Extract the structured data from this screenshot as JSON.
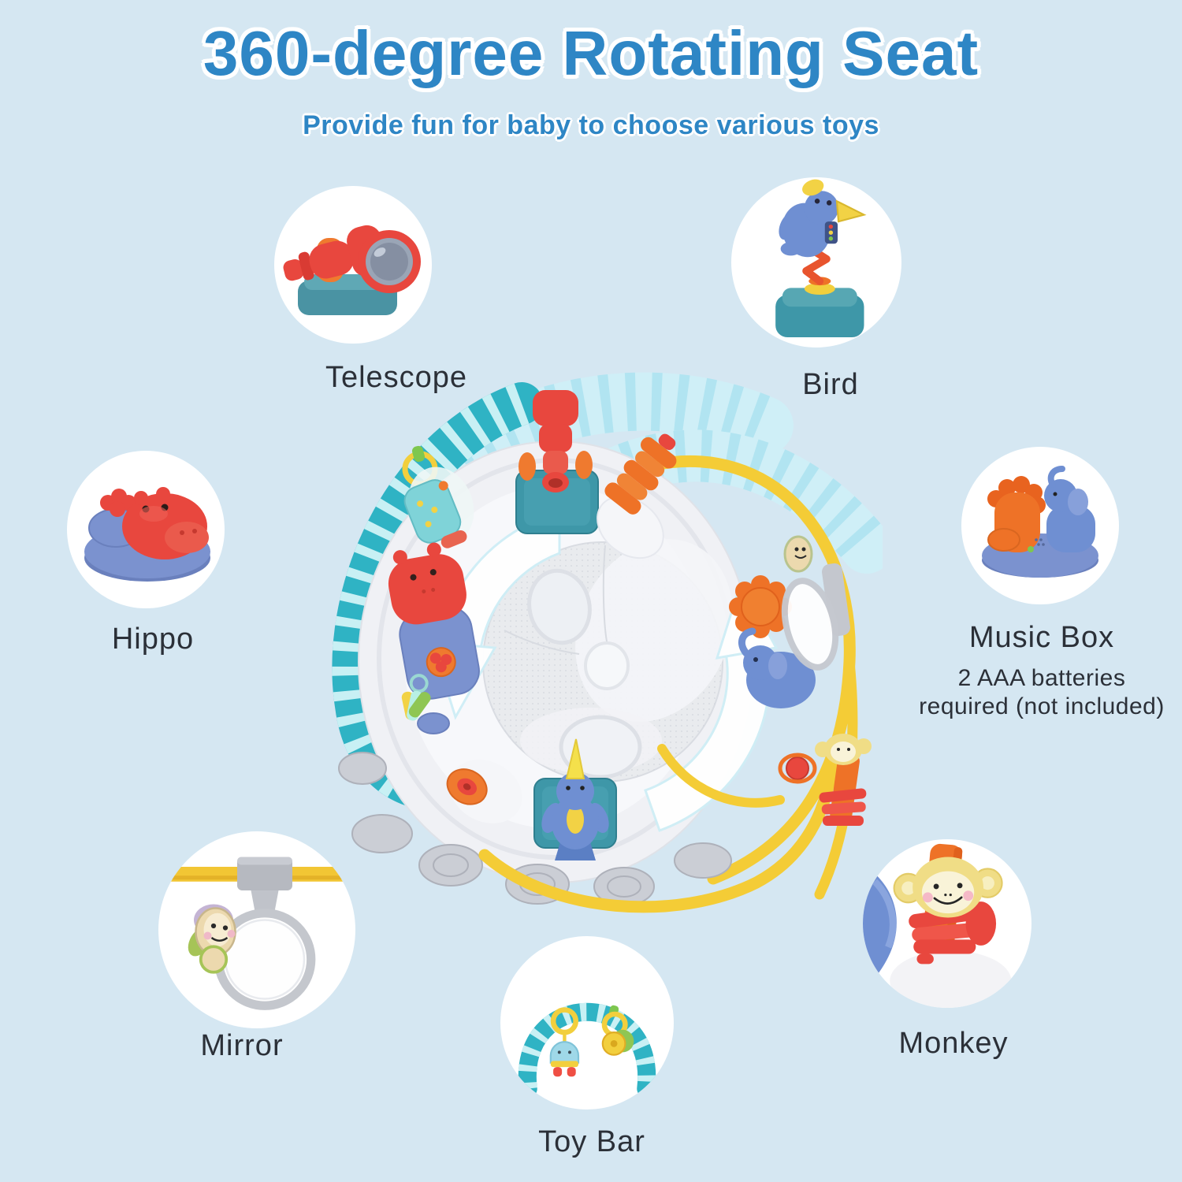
{
  "page": {
    "background_color": "#d5e7f2"
  },
  "header": {
    "title": "360-degree Rotating Seat",
    "subtitle": "Provide fun for baby to choose various toys",
    "accent_color": "#2e86c5"
  },
  "callouts": [
    {
      "id": "telescope",
      "label": "Telescope",
      "icon": "telescope-toy-image"
    },
    {
      "id": "bird",
      "label": "Bird",
      "icon": "bird-toy-image"
    },
    {
      "id": "hippo",
      "label": "Hippo",
      "icon": "hippo-toy-image"
    },
    {
      "id": "music_box",
      "label": "Music Box",
      "icon": "music-box-toy-image",
      "note_line1": "2 AAA batteries",
      "note_line2": "required (not included)"
    },
    {
      "id": "mirror",
      "label": "Mirror",
      "icon": "mirror-toy-image"
    },
    {
      "id": "monkey",
      "label": "Monkey",
      "icon": "monkey-toy-image"
    },
    {
      "id": "toy_bar",
      "label": "Toy Bar",
      "icon": "toy-bar-image"
    }
  ],
  "hero": {
    "description": "Top view of the rotating baby seat with two white rotation arrows, striped toy-bar arch, yellow tubes and surrounding toys"
  },
  "colors": {
    "teal": "#2fb3c4",
    "teal_stripe": "#c8f0f4",
    "fabric_light": "#cfeff7",
    "fabric_stripe": "#a9e1ef",
    "red": "#e8473e",
    "orange": "#ee7227",
    "yellow": "#f4cc36",
    "blue": "#6f8fd2",
    "tray_white": "#f1f2f6",
    "label_text": "#2b3038"
  }
}
